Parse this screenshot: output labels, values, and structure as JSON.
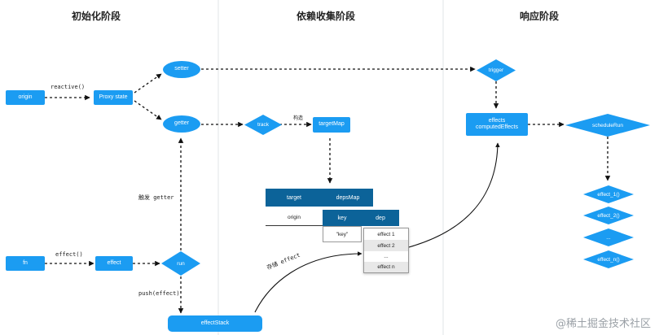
{
  "sections": {
    "init": "初始化阶段",
    "collect": "依赖收集阶段",
    "respond": "响应阶段"
  },
  "nodes": {
    "origin": "origin",
    "proxy_state": "Proxy state",
    "setter": "setter",
    "getter": "getter",
    "track": "track",
    "target_map": "targetMap",
    "trigger": "trigger",
    "effects": "effects\ncomputedEffects",
    "schedule_run": "scheduleRun",
    "fn": "fn",
    "effect": "effect",
    "run": "run",
    "effect_stack": "effectStack",
    "effect_1": "effect_1()",
    "effect_2": "effect_2()",
    "effect_ellipsis": "...",
    "effect_n": "effect_n()"
  },
  "edge_labels": {
    "reactive": "reactive()",
    "effect_call": "effect()",
    "trigger_getter": "触发 getter",
    "push_effect": "push(effect)",
    "build": "构造",
    "store_effect": "存储 effect"
  },
  "table": {
    "target_header": "target",
    "deps_map_header": "depsMap",
    "origin_cell": "origin",
    "key_header": "key",
    "dep_header": "dep",
    "key_cell": "\"key\"",
    "effects": [
      "effect 1",
      "effect 2",
      "...",
      "effect n"
    ]
  },
  "watermark": "@稀土掘金技术社区"
}
